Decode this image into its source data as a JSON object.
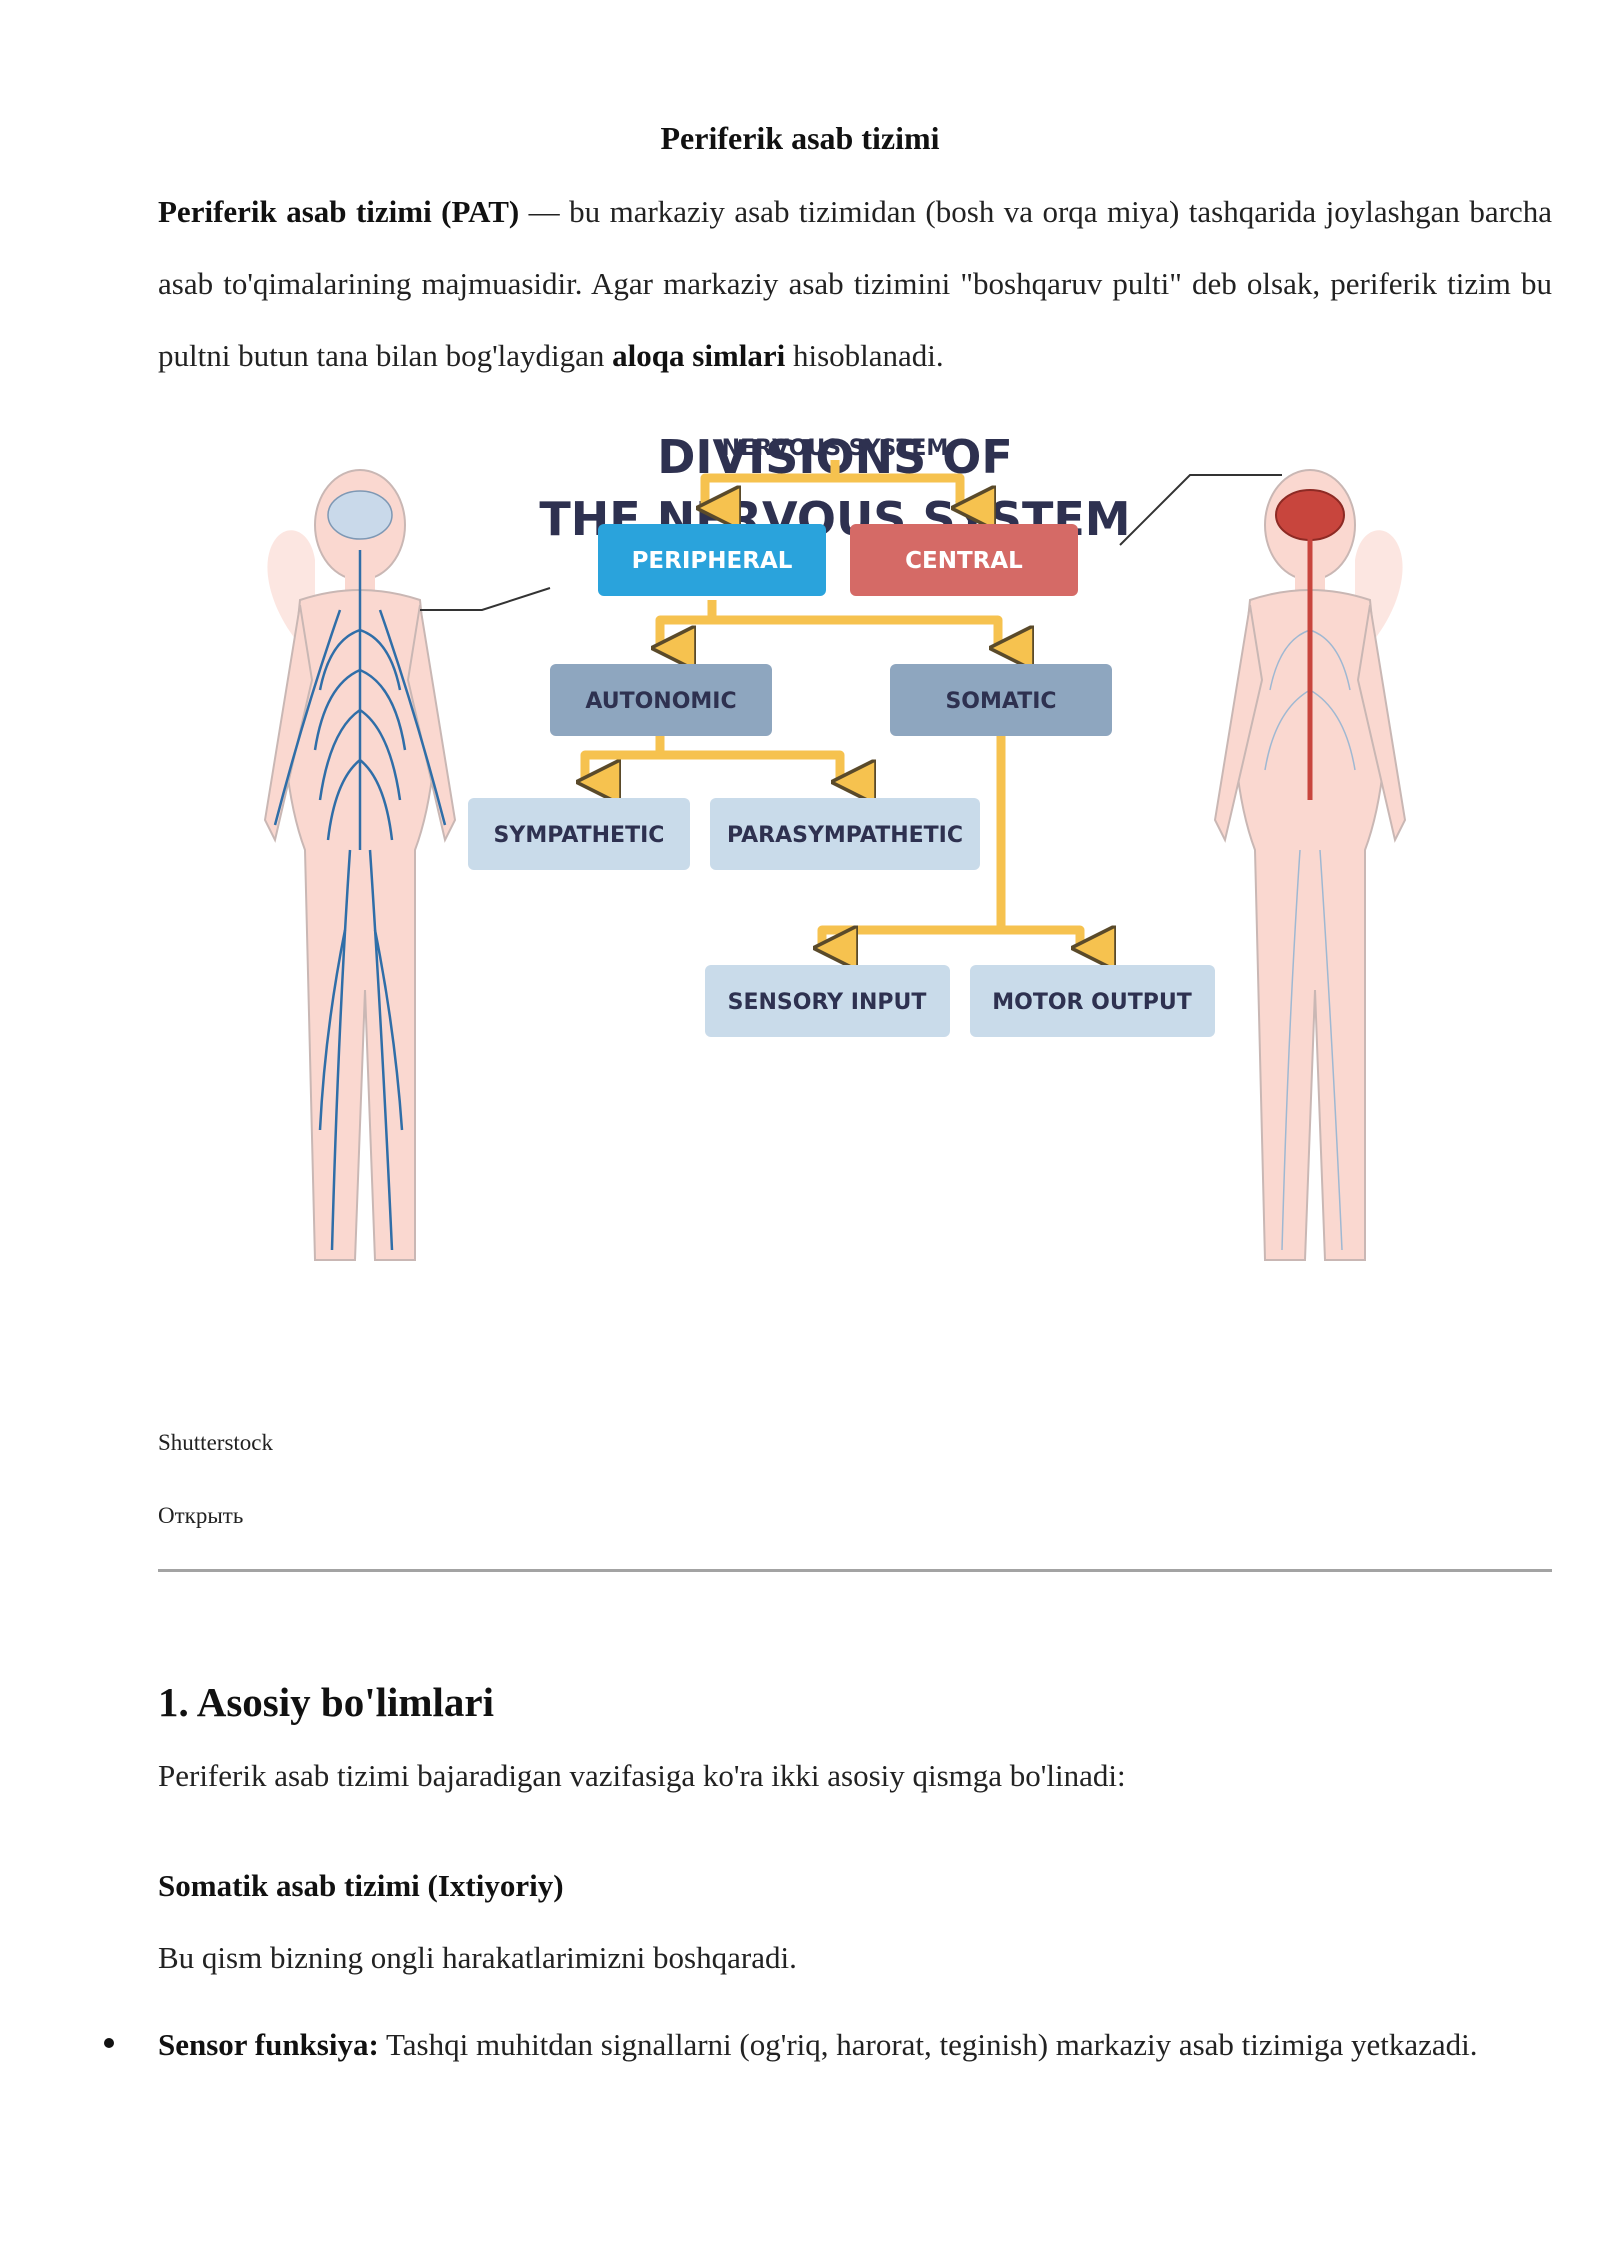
{
  "document": {
    "title": "Periferik asab tizimi",
    "intro": {
      "term": "Periferik asab tizimi (PAT)",
      "text_1": " — bu markaziy asab tizimidan (bosh va orqa miya) tashqarida joylashgan barcha asab to'qimalarining majmuasidir. Agar markaziy asab tizimini \"boshqaruv pulti\" deb olsak, periferik tizim bu pultni butun tana bilan bog'laydigan ",
      "emphasis": "aloqa simlari",
      "text_2": " hisoblanadi."
    },
    "figure": {
      "title_line1": "DIVISIONS OF",
      "title_line2": "THE NERVOUS SYSTEM",
      "nodes": {
        "nervous_system": "NERVOUS SYSTEM",
        "peripheral": "PERIPHERAL",
        "central": "CENTRAL",
        "autonomic": "AUTONOMIC",
        "somatic": "SOMATIC",
        "sympathetic": "SYMPATHETIC",
        "parasympathetic": "PARASYMPATHETIC",
        "sensory_input": "SENSORY INPUT",
        "motor_output": "MOTOR OUTPUT"
      },
      "colors": {
        "title": "#2e3150",
        "peripheral": "#2aa3dc",
        "central": "#d56a66",
        "level2": "#8ea6bf",
        "level3": "#c9dbea",
        "arrow": "#f6c24f",
        "nerve_blue": "#2f6ea8",
        "brain_red": "#c8453d",
        "skin": "#fad8d0"
      },
      "credit": "Shutterstock",
      "link": "Открыть"
    },
    "section_1": {
      "heading": "1. Asosiy bo'limlari",
      "intro": "Periferik asab tizimi bajaradigan vazifasiga ko'ra ikki asosiy qismga bo'linadi:",
      "subheading": "Somatik asab tizimi (Ixtiyoriy)",
      "text": "Bu qism bizning ongli harakatlarimizni boshqaradi.",
      "bullets": [
        {
          "label": "Sensor funksiya:",
          "text": " Tashqi muhitdan signallarni (og'riq, harorat, teginish) markaziy asab tizimiga yetkazadi."
        }
      ]
    }
  }
}
